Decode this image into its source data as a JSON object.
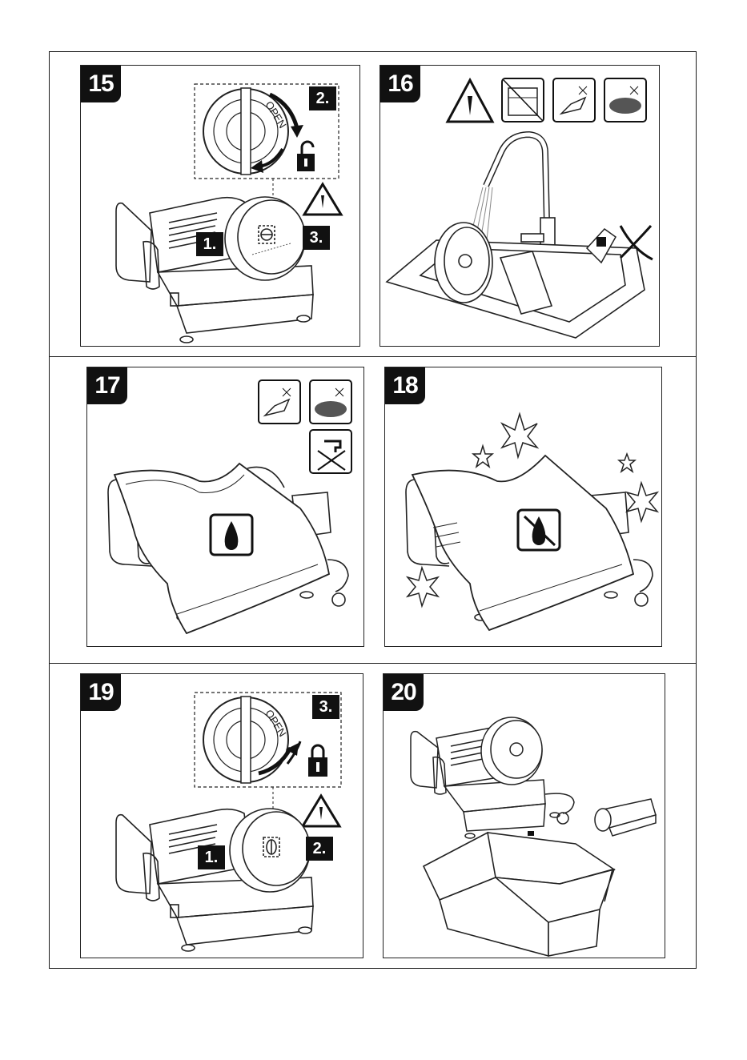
{
  "steps": [
    {
      "number": "15",
      "labels": [
        "2.",
        "1.",
        "3."
      ],
      "dial_text": "OPEN"
    },
    {
      "number": "16"
    },
    {
      "number": "17"
    },
    {
      "number": "18"
    },
    {
      "number": "19",
      "labels": [
        "3.",
        "1.",
        "2."
      ],
      "dial_text": "OPEN"
    },
    {
      "number": "20"
    }
  ],
  "icons": {
    "p15": [
      "unlock-icon",
      "cut-hazard-warning-icon"
    ],
    "p16": [
      "cut-hazard-warning-icon",
      "no-dishwasher-icon",
      "no-scraper-icon",
      "no-abrasive-sponge-icon",
      "no-detergent-icon"
    ],
    "p17": [
      "no-scraper-icon",
      "no-abrasive-sponge-icon",
      "no-running-water-icon",
      "damp-cloth-icon"
    ],
    "p18": [
      "dry-cloth-icon"
    ],
    "p19": [
      "lock-icon",
      "cut-hazard-warning-icon"
    ],
    "p20": [
      "box-icon"
    ]
  },
  "colors": {
    "ink": "#111111",
    "line": "#222222",
    "water": "#888888"
  }
}
